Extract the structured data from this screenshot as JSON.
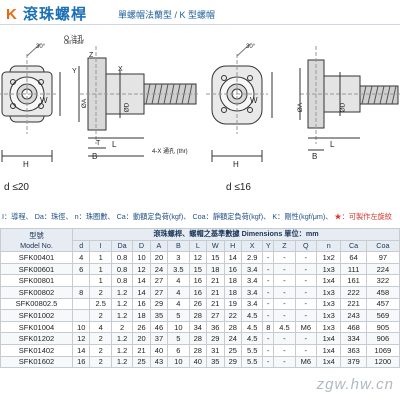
{
  "header": {
    "brand_k": "K",
    "title": "滾珠螺桿",
    "subtitle": "單螺帽法蘭型 / K 型螺帽"
  },
  "drawing": {
    "left_angle": "30°",
    "left_oil_label": "Q 注孔",
    "left_oil_label_en": "Oil Hole",
    "left_w": "W",
    "left_h": "H",
    "left_l": "L",
    "left_x": "X",
    "left_z": "Z",
    "left_y": "Y",
    "left_t": "T",
    "left_b": "B",
    "left_oa": "ØA",
    "left_od": "ØD",
    "left_caption": "d ≤20",
    "right_angle": "30°",
    "right_w": "W",
    "right_h": "H",
    "right_l": "L",
    "right_b": "B",
    "right_oa": "ØA",
    "right_od": "ØD",
    "right_hole": "4-X 通孔 (thr)",
    "right_caption": "d ≤16"
  },
  "legend": {
    "text": "I：導程、 Da：珠徑、 n：珠圈數、 Ca：動額定負荷(kgf)、 Coa：靜額定負荷(kgf)、 K：剛性(kgf/μm)、 ",
    "star": "★：可製作左旋紋"
  },
  "table": {
    "head_model_cn": "型號",
    "head_model_en": "Model No.",
    "head_caption": "滾珠螺桿、螺帽之基準數據 Dimensions 單位：mm",
    "columns": [
      "d",
      "I",
      "Da",
      "D",
      "A",
      "B",
      "L",
      "W",
      "H",
      "X",
      "Y",
      "Z",
      "Q",
      "n",
      "Ca",
      "Coa"
    ],
    "rows": [
      [
        "SFK00401",
        "4",
        "1",
        "0.8",
        "10",
        "20",
        "3",
        "12",
        "15",
        "14",
        "2.9",
        "-",
        "-",
        "-",
        "1x2",
        "64",
        "97"
      ],
      [
        "SFK00601",
        "6",
        "1",
        "0.8",
        "12",
        "24",
        "3.5",
        "15",
        "18",
        "16",
        "3.4",
        "-",
        "-",
        "-",
        "1x3",
        "111",
        "224"
      ],
      [
        "SFK00801",
        "",
        "1",
        "0.8",
        "14",
        "27",
        "4",
        "16",
        "21",
        "18",
        "3.4",
        "-",
        "-",
        "-",
        "1x4",
        "161",
        "322"
      ],
      [
        "SFK00802",
        "8",
        "2",
        "1.2",
        "14",
        "27",
        "4",
        "16",
        "21",
        "18",
        "3.4",
        "-",
        "-",
        "-",
        "1x3",
        "222",
        "458"
      ],
      [
        "SFK00802.5",
        "",
        "2.5",
        "1.2",
        "16",
        "29",
        "4",
        "26",
        "21",
        "19",
        "3.4",
        "-",
        "-",
        "-",
        "1x3",
        "221",
        "457"
      ],
      [
        "SFK01002",
        "",
        "2",
        "1.2",
        "18",
        "35",
        "5",
        "28",
        "27",
        "22",
        "4.5",
        "-",
        "-",
        "-",
        "1x3",
        "243",
        "569"
      ],
      [
        "SFK01004",
        "10",
        "4",
        "2",
        "26",
        "46",
        "10",
        "34",
        "36",
        "28",
        "4.5",
        "8",
        "4.5",
        "M6",
        "1x3",
        "468",
        "905"
      ],
      [
        "SFK01202",
        "12",
        "2",
        "1.2",
        "20",
        "37",
        "5",
        "28",
        "29",
        "24",
        "4.5",
        "-",
        "-",
        "-",
        "1x4",
        "334",
        "906"
      ],
      [
        "SFK01402",
        "14",
        "2",
        "1.2",
        "21",
        "40",
        "6",
        "28",
        "31",
        "25",
        "5.5",
        "-",
        "-",
        "-",
        "1x4",
        "363",
        "1069"
      ],
      [
        "SFK01602",
        "16",
        "2",
        "1.2",
        "25",
        "43",
        "10",
        "40",
        "35",
        "29",
        "5.5",
        "-",
        "-",
        "M6",
        "1x4",
        "379",
        "1200"
      ]
    ]
  },
  "watermark": "zgw.hw.cn"
}
